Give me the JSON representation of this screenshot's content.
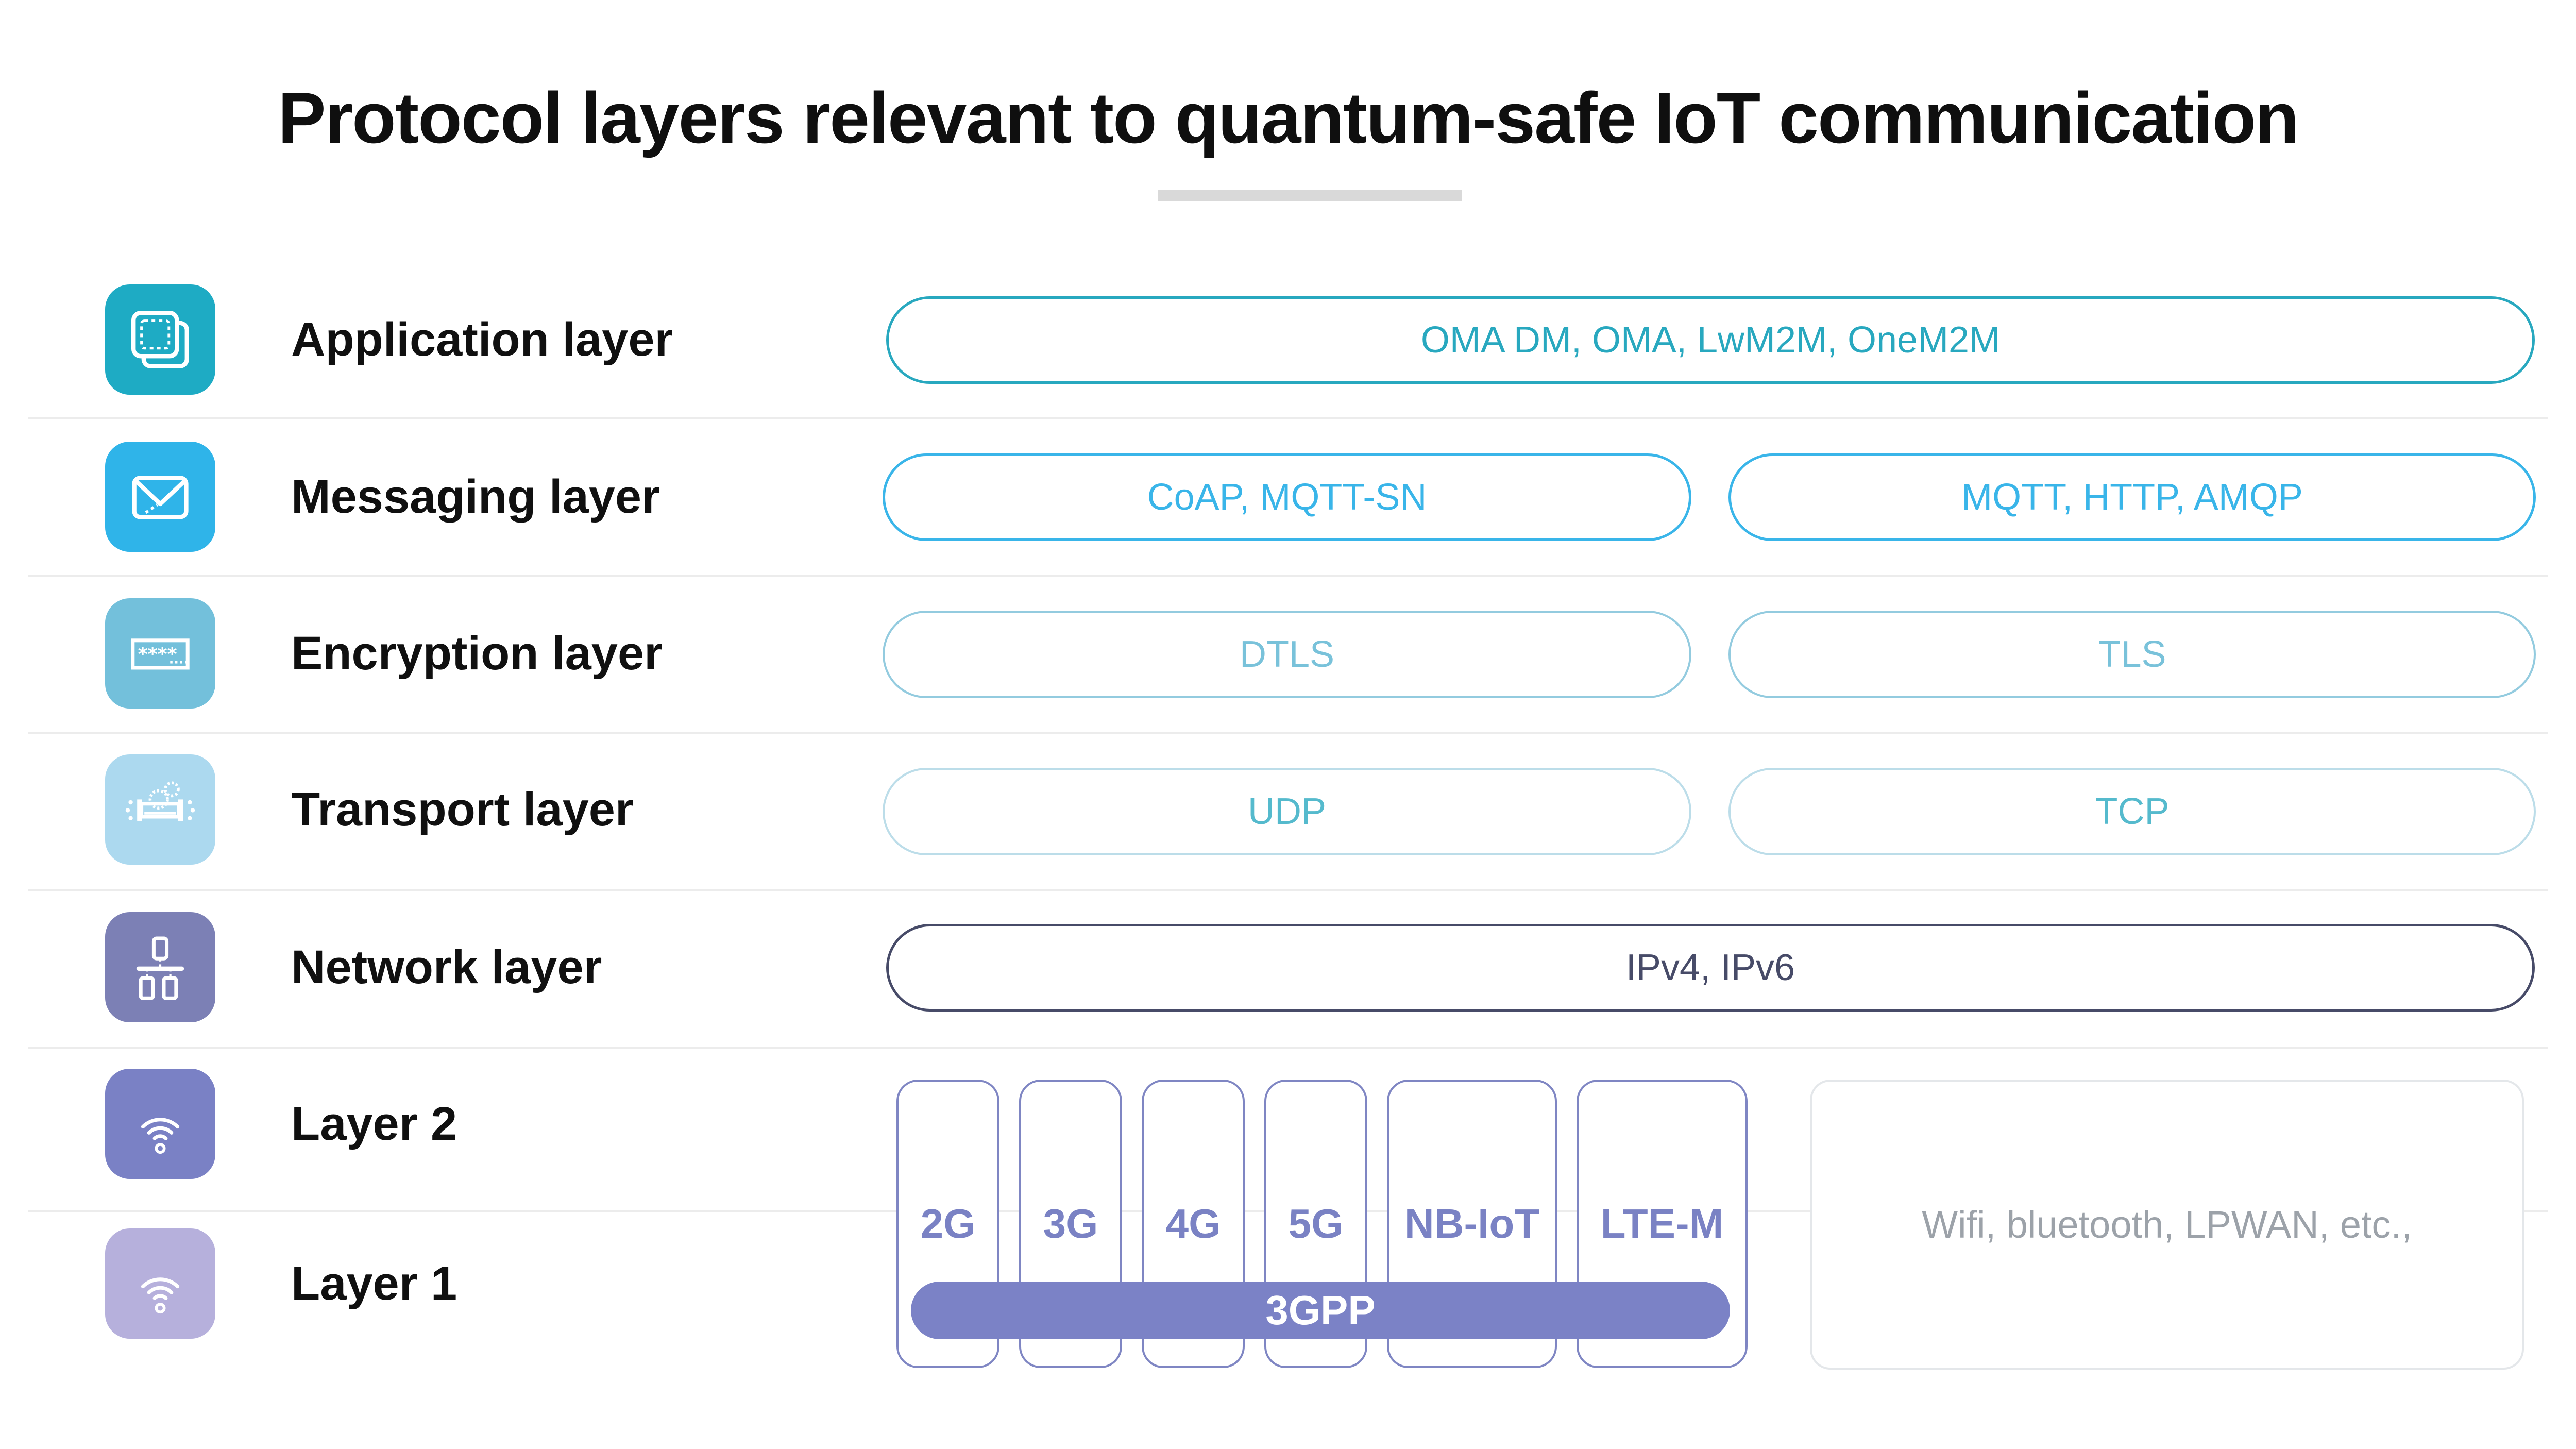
{
  "title": "Protocol layers relevant to quantum-safe IoT communication",
  "rows": [
    {
      "label": "Application layer",
      "icon": "stacked-squares-icon"
    },
    {
      "label": "Messaging layer",
      "icon": "envelope-icon"
    },
    {
      "label": "Encryption layer",
      "icon": "password-icon"
    },
    {
      "label": "Transport layer",
      "icon": "pipeline-icon"
    },
    {
      "label": "Network layer",
      "icon": "network-tree-icon"
    },
    {
      "label": "Layer 2",
      "icon": "wifi-icon"
    },
    {
      "label": "Layer 1",
      "icon": "wifi-icon"
    }
  ],
  "pills": {
    "application_full": "OMA DM, OMA, LwM2M, OneM2M",
    "messaging_left": "CoAP, MQTT-SN",
    "messaging_right": "MQTT, HTTP, AMQP",
    "encryption_left": "DTLS",
    "encryption_right": "TLS",
    "transport_left": "UDP",
    "transport_right": "TCP",
    "network_full": "IPv4, IPv6"
  },
  "cellular": {
    "boxes": [
      "2G",
      "3G",
      "4G",
      "5G",
      "NB-IoT",
      "LTE-M"
    ],
    "banner": "3GPP"
  },
  "other_tech": "Wifi, bluetooth, LPWAN, etc.,",
  "colors": {
    "application_accent": "#28a8bf",
    "messaging_accent": "#39b5e9",
    "encryption_accent": "#79c2da",
    "transport_accent": "#55bacd",
    "network_accent": "#474b68",
    "cellular_purple": "#7b82c6",
    "layer1_purple_light": "#b6b0dc",
    "other_tech_gray": "#9ca2a9",
    "divider_gray": "#ececec",
    "underline_gray": "#d9d9d9"
  }
}
